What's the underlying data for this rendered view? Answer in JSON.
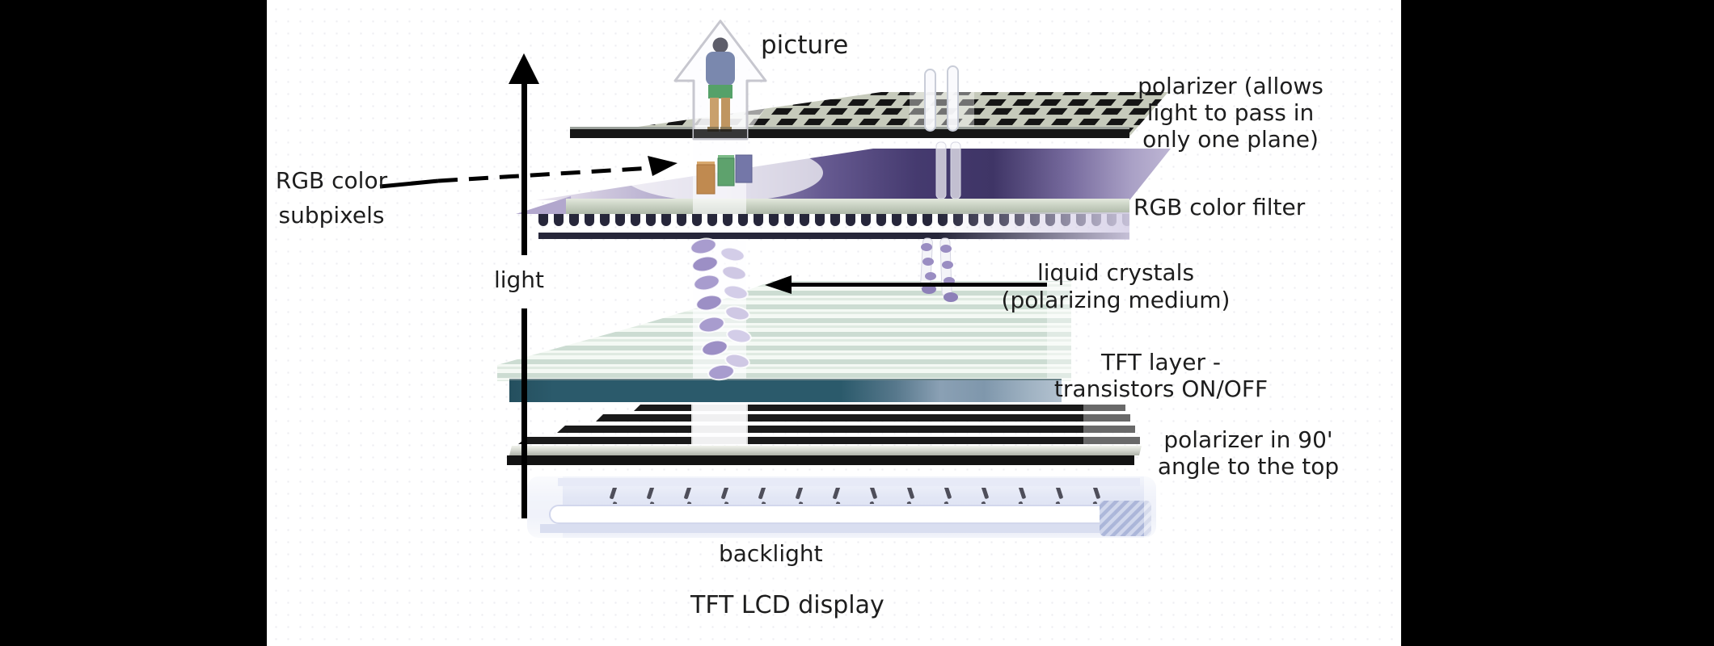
{
  "diagram": {
    "title": "TFT LCD display",
    "labels": {
      "picture": "picture",
      "polarizer_top": "polarizer (allows\nlight to pass in\nonly one plane)",
      "rgb_subpixels": "RGB color\nsubpixels",
      "rgb_filter": "RGB color filter",
      "light": "light",
      "liquid_crystals": "liquid crystals\n(polarizing medium)",
      "tft_layer": "TFT layer -\ntransistors ON/OFF",
      "polarizer_bottom": "polarizer in 90'\nangle to the top",
      "backlight": "backlight"
    },
    "icons": {
      "light_arrow": "up-arrow",
      "picture_arrow": "up-arrow-with-person",
      "rgb_subpixels_pointer": "dashed-arrow-right",
      "liquid_crystals_pointer": "arrow-left"
    },
    "colors": {
      "side_bars": "#000000",
      "canvas": "#ffffff",
      "text": "#1d1d1d",
      "tft_bar_teal": "#2b5a6b",
      "filter_dark_purple": "#453a6f",
      "filter_light_lavender": "#eee9f2",
      "zigzag_navy": "#26263a",
      "glass_green": "#ccdcd2",
      "backlight_lavender": "#dde2f3",
      "polarizer_grid_gray": "#c6cabb"
    }
  }
}
